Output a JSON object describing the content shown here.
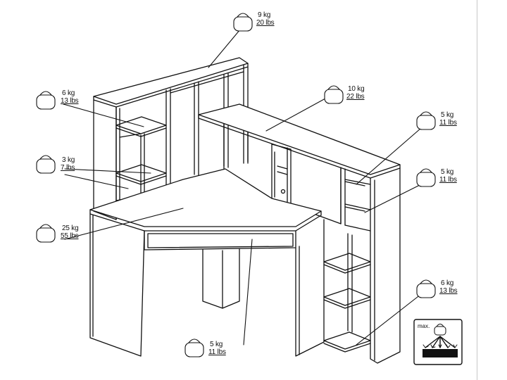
{
  "badge": {
    "label": "max."
  },
  "labels": [
    {
      "id": "top-shelf",
      "kg": "9 kg",
      "lbs": "20 lbs"
    },
    {
      "id": "left-upper-shelf",
      "kg": "6 kg",
      "lbs": "13 lbs"
    },
    {
      "id": "left-lower-shelf",
      "kg": "3 kg",
      "lbs": "7 lbs"
    },
    {
      "id": "desk-surface",
      "kg": "25 kg",
      "lbs": "55 lbs"
    },
    {
      "id": "hutch-shelf",
      "kg": "10 kg",
      "lbs": "22 lbs"
    },
    {
      "id": "right-upper-shelf",
      "kg": "5 kg",
      "lbs": "11 lbs"
    },
    {
      "id": "right-lower-shelf",
      "kg": "5 kg",
      "lbs": "11 lbs"
    },
    {
      "id": "side-shelves",
      "kg": "6 kg",
      "lbs": "13 lbs"
    },
    {
      "id": "drawer",
      "kg": "5 kg",
      "lbs": "11 lbs"
    }
  ]
}
